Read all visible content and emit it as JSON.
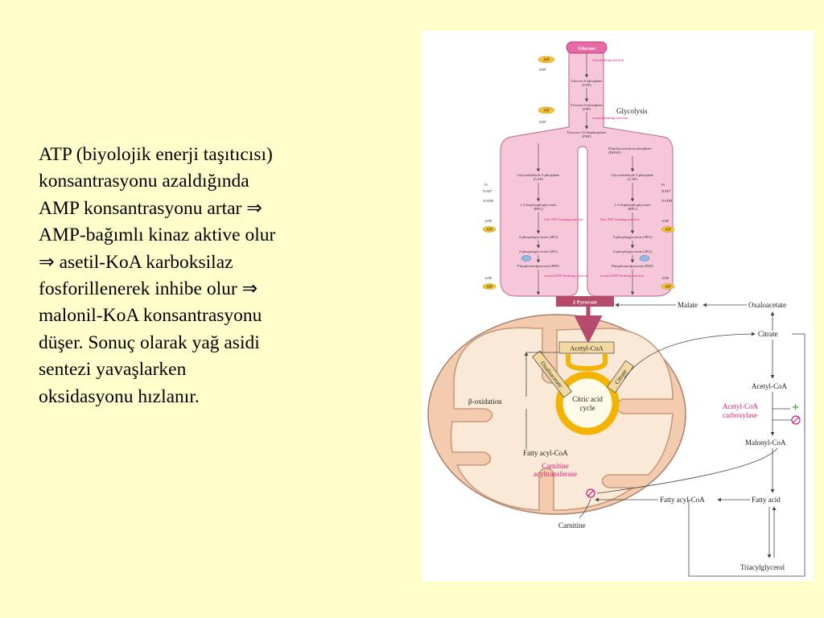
{
  "slide": {
    "lines": [
      "ATP (biyolojik enerji taşıtıcısı)",
      "konsantrasyonu azaldığında",
      "AMP konsantrasyonu artar ⇒",
      "AMP-bağımlı kinaz aktive olur",
      "⇒ asetil-KoA karboksilaz",
      "fosforillenerek inhibe olur ⇒",
      "malonil-KoA konsantrasyonu",
      "düşer. Sonuç olarak yağ asidi",
      "sentezi yavaşlarken",
      "oksidasyonu hızlanır."
    ]
  },
  "diagram": {
    "glucose": "Glucose",
    "glycolysis": "Glycolysis",
    "pyruvate": "2 Pyruvate",
    "malate": "Malate",
    "oxaloacetate_out": "Oxaloacetate",
    "citrate_out": "Citrate",
    "acetyl_coa_out": "Acetyl-CoA",
    "acc_enzyme_line1": "Acetyl-CoA",
    "acc_enzyme_line2": "carboxylase",
    "malonyl_coa": "Malonyl-CoA",
    "fatty_acid": "Fatty acid",
    "fatty_acyl_coa_out": "Fatty acyl-CoA",
    "triacylglycerol": "Triacylglycerol",
    "carnitine": "Carnitine",
    "acetyl_coa_in": "Acetyl-CoA",
    "oxaloacetate_in": "Oxaloacetate",
    "citrate_in": "Citrate",
    "tca_line1": "Citric acid",
    "tca_line2": "cycle",
    "beta_oxidation": "β-oxidation",
    "fatty_acyl_coa_in": "Fatty acyl-CoA",
    "cat_line1": "Carnitine",
    "cat_line2": "acyltransferase",
    "plus_symbol": "+",
    "glyco_steps": {
      "atp": "ATP",
      "adp": "ADP",
      "nad": "NAD⁺",
      "nadh": "NADH",
      "pi": "Pi",
      "g6p_line1": "Glucose 6-phosphate",
      "g6p_line2": "(G6P)",
      "f6p_line1": "Fructose 6-phosphate",
      "f6p_line2": "(F6P)",
      "fbp_line1": "Fructose 1,6-bisphosphate",
      "fbp_line2": "(FBP)",
      "dhap_line1": "Dihydroxyacetone phosphate",
      "dhap_line2": "(DHAP)",
      "gap_line1": "Glyceraldehyde 3-phosphate",
      "gap_line2": "(GAP)",
      "bpg_line1": "1,3-bisphosphoglycerate",
      "bpg_line2": "(BPG)",
      "pg3": "3-phosphoglycerate (3PG)",
      "pg2": "2-phosphoglycerate (2PG)",
      "pep": "Phosphoenolpyruvate (PEP)",
      "first_priming": "first priming reaction",
      "second_priming": "second priming reaction",
      "first_atp": "first ATP-forming reaction",
      "second_atp": "second ATP-forming reaction"
    }
  },
  "colors": {
    "background": "#ffffcc",
    "cytosol_pink": "#f6c6d9",
    "mito_outer": "#f3ccb0",
    "mito_inner": "#fbe9d8",
    "tca_ring": "#f2b400",
    "magenta": "#d81b7a",
    "pyruvate_bar": "#b64a6c",
    "atp_pill": "#f6c52f"
  }
}
